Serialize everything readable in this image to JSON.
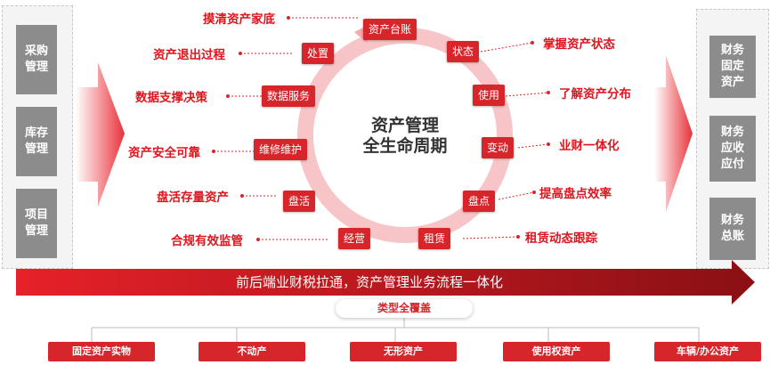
{
  "left_panel": {
    "items": [
      {
        "label": "采购\n管理"
      },
      {
        "label": "库存\n管理"
      },
      {
        "label": "项目\n管理"
      }
    ]
  },
  "right_panel": {
    "items": [
      {
        "label": "财务\n固定\n资产"
      },
      {
        "label": "财务\n应收\n应付"
      },
      {
        "label": "财务\n总账"
      }
    ]
  },
  "cycle": {
    "title_line1": "资产管理",
    "title_line2": "全生命周期",
    "stages": [
      {
        "label": "资产台账"
      },
      {
        "label": "状态"
      },
      {
        "label": "使用"
      },
      {
        "label": "变动"
      },
      {
        "label": "盘点"
      },
      {
        "label": "租赁"
      },
      {
        "label": "经营"
      },
      {
        "label": "盘活"
      },
      {
        "label": "维修维护"
      },
      {
        "label": "数据服务"
      },
      {
        "label": "处置"
      }
    ]
  },
  "labels": {
    "top": "摸清资产家底",
    "right": [
      "掌握资产状态",
      "了解资产分布",
      "业财一体化",
      "提高盘点效率",
      "租赁动态跟踪"
    ],
    "left": [
      "资产退出过程",
      "数据支撑决策",
      "资产安全可靠",
      "盘活存量资产",
      "合规有效监管"
    ]
  },
  "banner": {
    "text": "前后端业财税拉通，资产管理业务流程一体化"
  },
  "coverage": {
    "title": "类型全覆盖"
  },
  "asset_types": [
    {
      "label": "固定资产实物"
    },
    {
      "label": "不动产"
    },
    {
      "label": "无形资产"
    },
    {
      "label": "使用权资产"
    },
    {
      "label": "车辆/办公资产"
    }
  ],
  "colors": {
    "accent": "#d6262c",
    "label_red": "#e0141e",
    "panel_gray": "#8c8c8c"
  }
}
